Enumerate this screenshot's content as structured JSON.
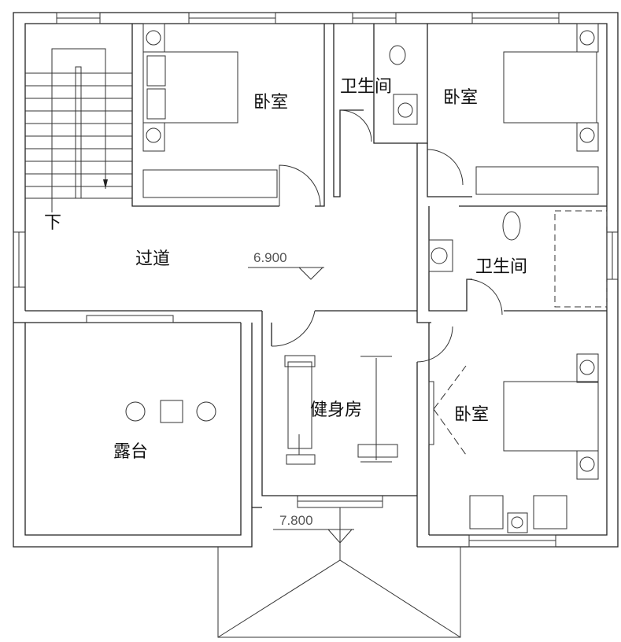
{
  "rooms": {
    "bedroom_nw": "卧室",
    "bathroom_n": "卫生间",
    "bedroom_ne": "卧室",
    "stair_down": "下",
    "corridor": "过道",
    "bathroom_e": "卫生间",
    "gym": "健身房",
    "bedroom_se": "卧室",
    "terrace": "露台"
  },
  "elevations": {
    "floor": "6.900",
    "roof": "7.800"
  }
}
